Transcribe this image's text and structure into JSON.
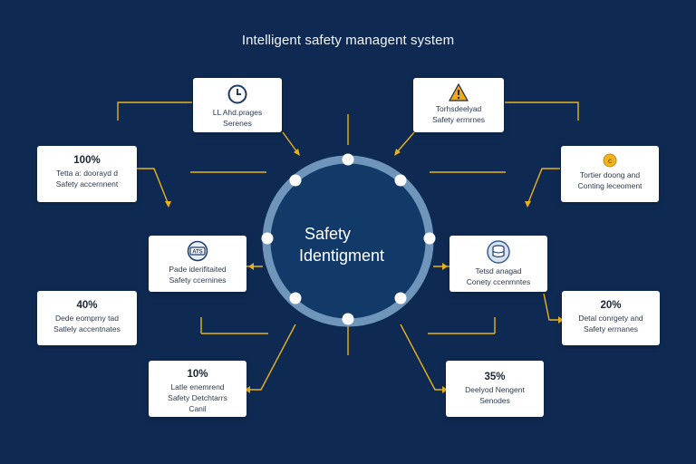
{
  "title": "Intelligent safety managent system",
  "hub": {
    "line1": "Safety",
    "line2": "Identigment"
  },
  "colors": {
    "background": "#0f2a52",
    "hub_fill": "#123a69",
    "hub_ring": "#6f95bb",
    "connector": "#e8b21d",
    "card": "#ffffff"
  },
  "cards": {
    "top_left": {
      "icon": "clock-icon",
      "lines": [
        "LL Ahd.prages",
        "Serenes"
      ]
    },
    "top_right": {
      "icon": "warning-icon",
      "lines": [
        "Torhsdeelyad",
        "Safety errnrnes"
      ]
    },
    "upper_left": {
      "value": "100%",
      "lines": [
        "Tetta a: doorayd d",
        "Safety accernnent"
      ]
    },
    "upper_right": {
      "icon": "coin-icon",
      "lines": [
        "Tortier doong and",
        "Conting leceoment"
      ]
    },
    "mid_left": {
      "icon": "shield-badge-icon",
      "lines": [
        "Pade iderifitaited",
        "Safety ccernines"
      ]
    },
    "mid_right": {
      "icon": "database-gear-icon",
      "lines": [
        "Tetsd anagad",
        "Conety ccenmntes"
      ]
    },
    "lower_left": {
      "value": "40%",
      "lines": [
        "Dede eomprny tad",
        "Satlely accentnates"
      ]
    },
    "lower_right": {
      "value": "20%",
      "lines": [
        "Detal conrgety and",
        "Safety errnanes"
      ]
    },
    "bottom_left": {
      "value": "10%",
      "lines": [
        "Latle enemrend",
        "Safety Detchtarrs",
        "Canil"
      ]
    },
    "bottom_right": {
      "value": "35%",
      "lines": [
        "Deelyod Nengent",
        "Senodes"
      ]
    }
  }
}
